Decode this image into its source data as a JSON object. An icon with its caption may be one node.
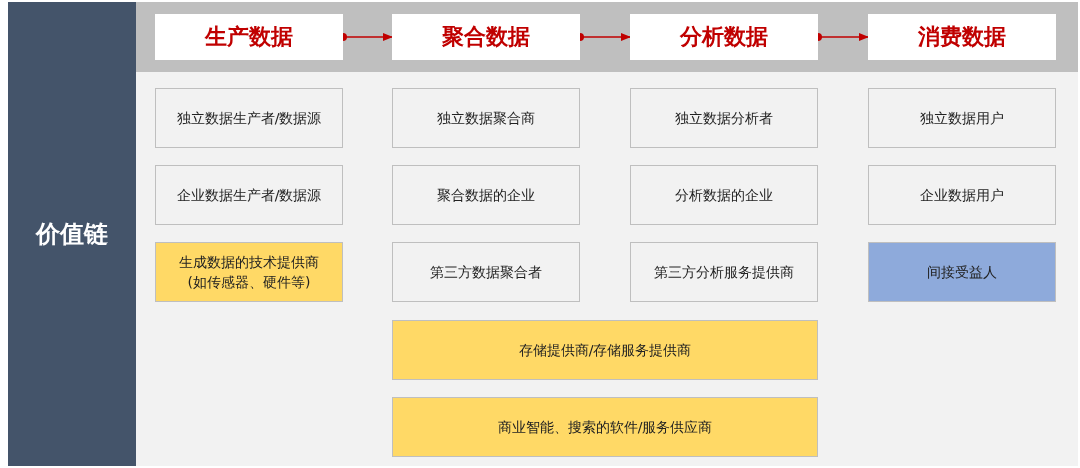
{
  "diagram": {
    "nodes": [
      {
        "text": [
          "价值链"
        ]
      },
      {
        "text": [
          "生产数据"
        ]
      },
      {
        "text": [
          "聚合数据"
        ]
      },
      {
        "text": [
          "分析数据"
        ]
      },
      {
        "text": [
          "消费数据"
        ]
      },
      {
        "text": [
          "独立数据生产者/数据源"
        ]
      },
      {
        "text": [
          "企业数据生产者/数据源"
        ]
      },
      {
        "text": [
          "生成数据的技术提供商(如传感器、硬件等)"
        ]
      },
      {
        "text": [
          "独立数据聚合商"
        ]
      },
      {
        "text": [
          "聚合数据的企业"
        ]
      },
      {
        "text": [
          "第三方数据聚合者"
        ]
      },
      {
        "text": [
          "独立数据分析者"
        ]
      },
      {
        "text": [
          "分析数据的企业"
        ]
      },
      {
        "text": [
          "第三方分析服务提供商"
        ]
      },
      {
        "text": [
          "独立数据用户"
        ]
      },
      {
        "text": [
          "企业数据用户"
        ]
      },
      {
        "text": [
          "间接受益人"
        ]
      },
      {
        "text": [
          "存储提供商/存储服务提供商"
        ]
      },
      {
        "text": [
          "商业智能、搜索的软件/服务供应商"
        ]
      }
    ],
    "edges": [
      {
        "from": 1,
        "to": 2,
        "arrow": "to"
      },
      {
        "from": 2,
        "to": 3,
        "arrow": "to"
      },
      {
        "from": 3,
        "to": 4,
        "arrow": "to"
      }
    ]
  }
}
